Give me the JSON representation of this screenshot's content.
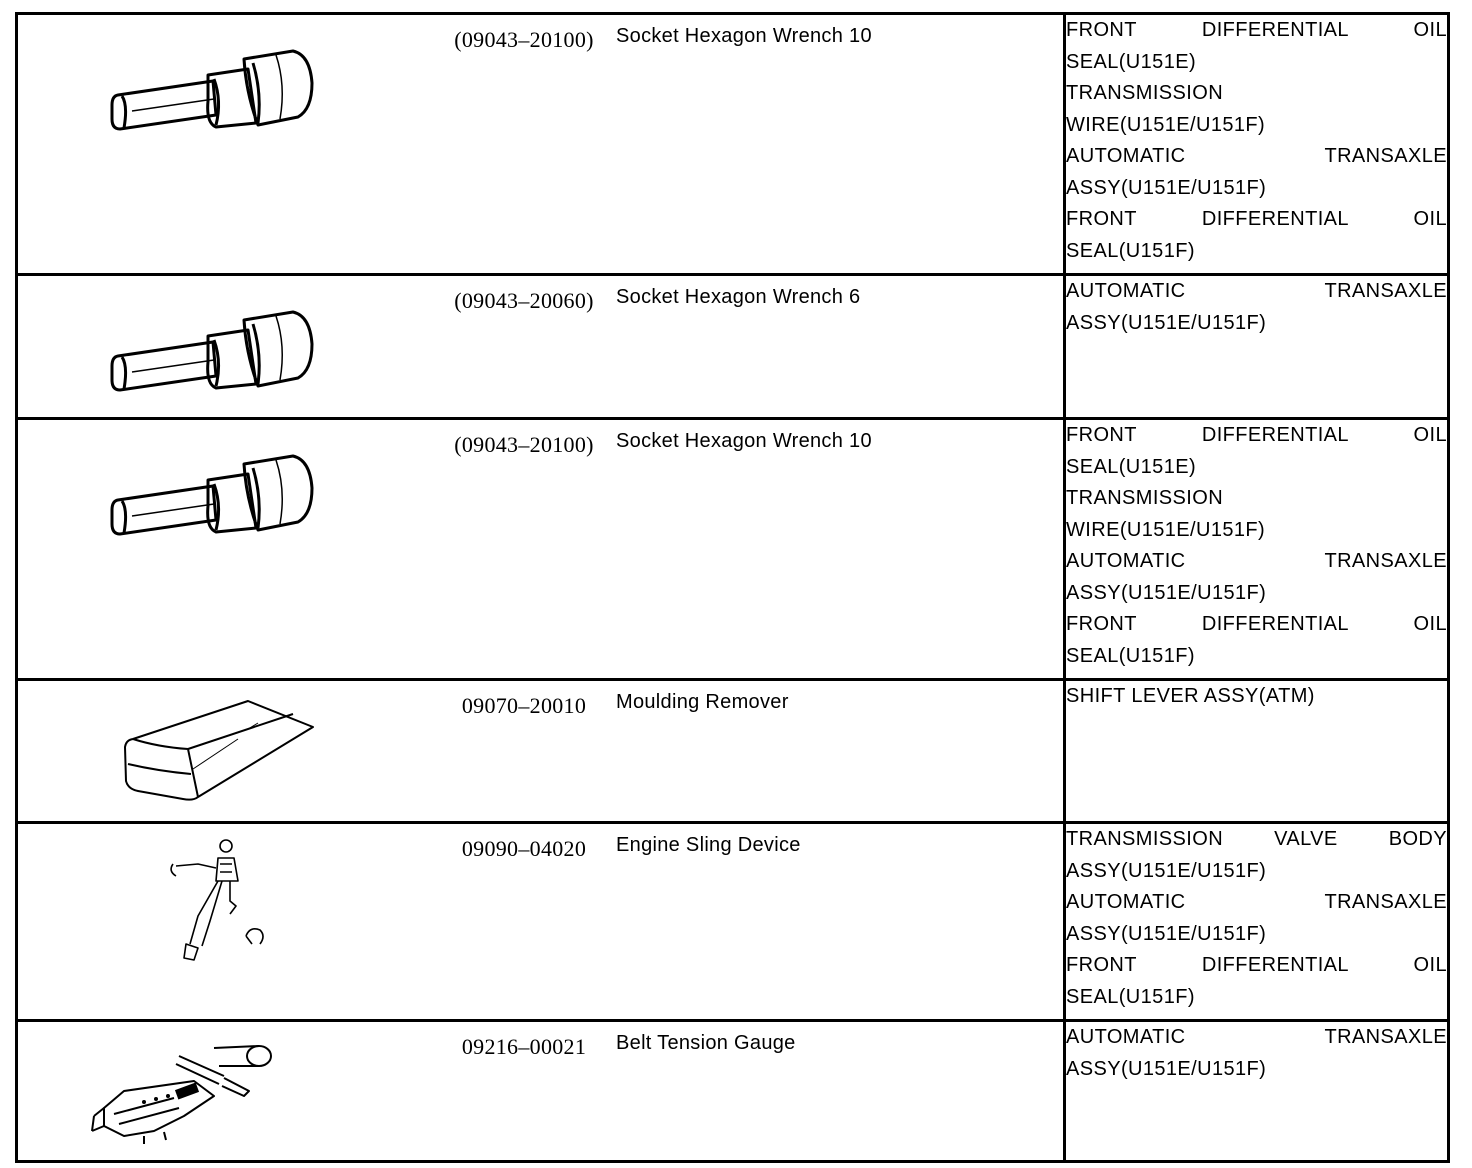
{
  "rows": [
    {
      "code": "(09043–20100)",
      "name": "Socket Hexagon Wrench 10",
      "icon": "socket-hex-wrench-icon",
      "uses": [
        {
          "line1": "FRONT DIFFERENTIAL OIL",
          "line2": "SEAL(U151E)"
        },
        {
          "line1": "TRANSMISSION",
          "line2": "WIRE(U151E/U151F)"
        },
        {
          "line1": "AUTOMATIC TRANSAXLE",
          "line2": "ASSY(U151E/U151F)"
        },
        {
          "line1": "FRONT DIFFERENTIAL OIL",
          "line2": "SEAL(U151F)"
        }
      ]
    },
    {
      "code": "(09043–20060)",
      "name": "Socket Hexagon Wrench 6",
      "icon": "socket-hex-wrench-icon",
      "uses": [
        {
          "line1": "AUTOMATIC TRANSAXLE",
          "line2": "ASSY(U151E/U151F)"
        }
      ]
    },
    {
      "code": "(09043–20100)",
      "name": "Socket Hexagon Wrench 10",
      "icon": "socket-hex-wrench-icon",
      "uses": [
        {
          "line1": "FRONT DIFFERENTIAL OIL",
          "line2": "SEAL(U151E)"
        },
        {
          "line1": "TRANSMISSION",
          "line2": "WIRE(U151E/U151F)"
        },
        {
          "line1": "AUTOMATIC TRANSAXLE",
          "line2": "ASSY(U151E/U151F)"
        },
        {
          "line1": "FRONT DIFFERENTIAL OIL",
          "line2": "SEAL(U151F)"
        }
      ]
    },
    {
      "code": "09070–20010",
      "name": "Moulding Remover",
      "icon": "moulding-remover-icon",
      "uses": [
        {
          "line1": "SHIFT LEVER ASSY(ATM)",
          "line2": ""
        }
      ]
    },
    {
      "code": "09090–04020",
      "name": "Engine Sling Device",
      "icon": "engine-sling-device-icon",
      "uses": [
        {
          "line1": "TRANSMISSION VALVE BODY",
          "line2": "ASSY(U151E/U151F)"
        },
        {
          "line1": "AUTOMATIC TRANSAXLE",
          "line2": "ASSY(U151E/U151F)"
        },
        {
          "line1": "FRONT DIFFERENTIAL OIL",
          "line2": "SEAL(U151F)"
        }
      ]
    },
    {
      "code": "09216–00021",
      "name": "Belt Tension Gauge",
      "icon": "belt-tension-gauge-icon",
      "uses": [
        {
          "line1": "AUTOMATIC TRANSAXLE",
          "line2": "ASSY(U151E/U151F)"
        }
      ]
    }
  ]
}
